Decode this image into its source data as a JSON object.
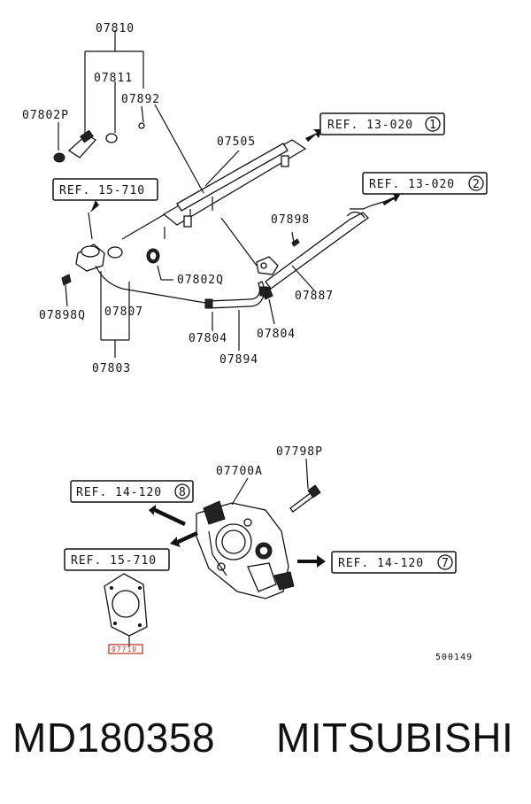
{
  "part_labels": {
    "p07810": "07810",
    "p07811": "07811",
    "p07892": "07892",
    "p07802P": "07802P",
    "p07505": "07505",
    "p07898": "07898",
    "p07802Q": "07802Q",
    "p07887": "07887",
    "p07898Q": "07898Q",
    "p07807": "07807",
    "p07804a": "07804",
    "p07804b": "07804",
    "p07894": "07894",
    "p07803": "07803",
    "p07798P": "07798P",
    "p07700A": "07700A",
    "p07710": "07710"
  },
  "references": {
    "ref1": {
      "text": "REF. 13-020",
      "num": "1"
    },
    "ref2": {
      "text": "REF. 13-020",
      "num": "2"
    },
    "ref3": {
      "text": "REF. 15-710"
    },
    "ref4": {
      "text": "REF. 14-120",
      "num": "8"
    },
    "ref5": {
      "text": "REF. 15-710"
    },
    "ref6": {
      "text": "REF. 14-120",
      "num": "7"
    }
  },
  "diagram_code": "500149",
  "footer": {
    "part_number": "MD180358",
    "brand": "MITSUBISHI"
  }
}
